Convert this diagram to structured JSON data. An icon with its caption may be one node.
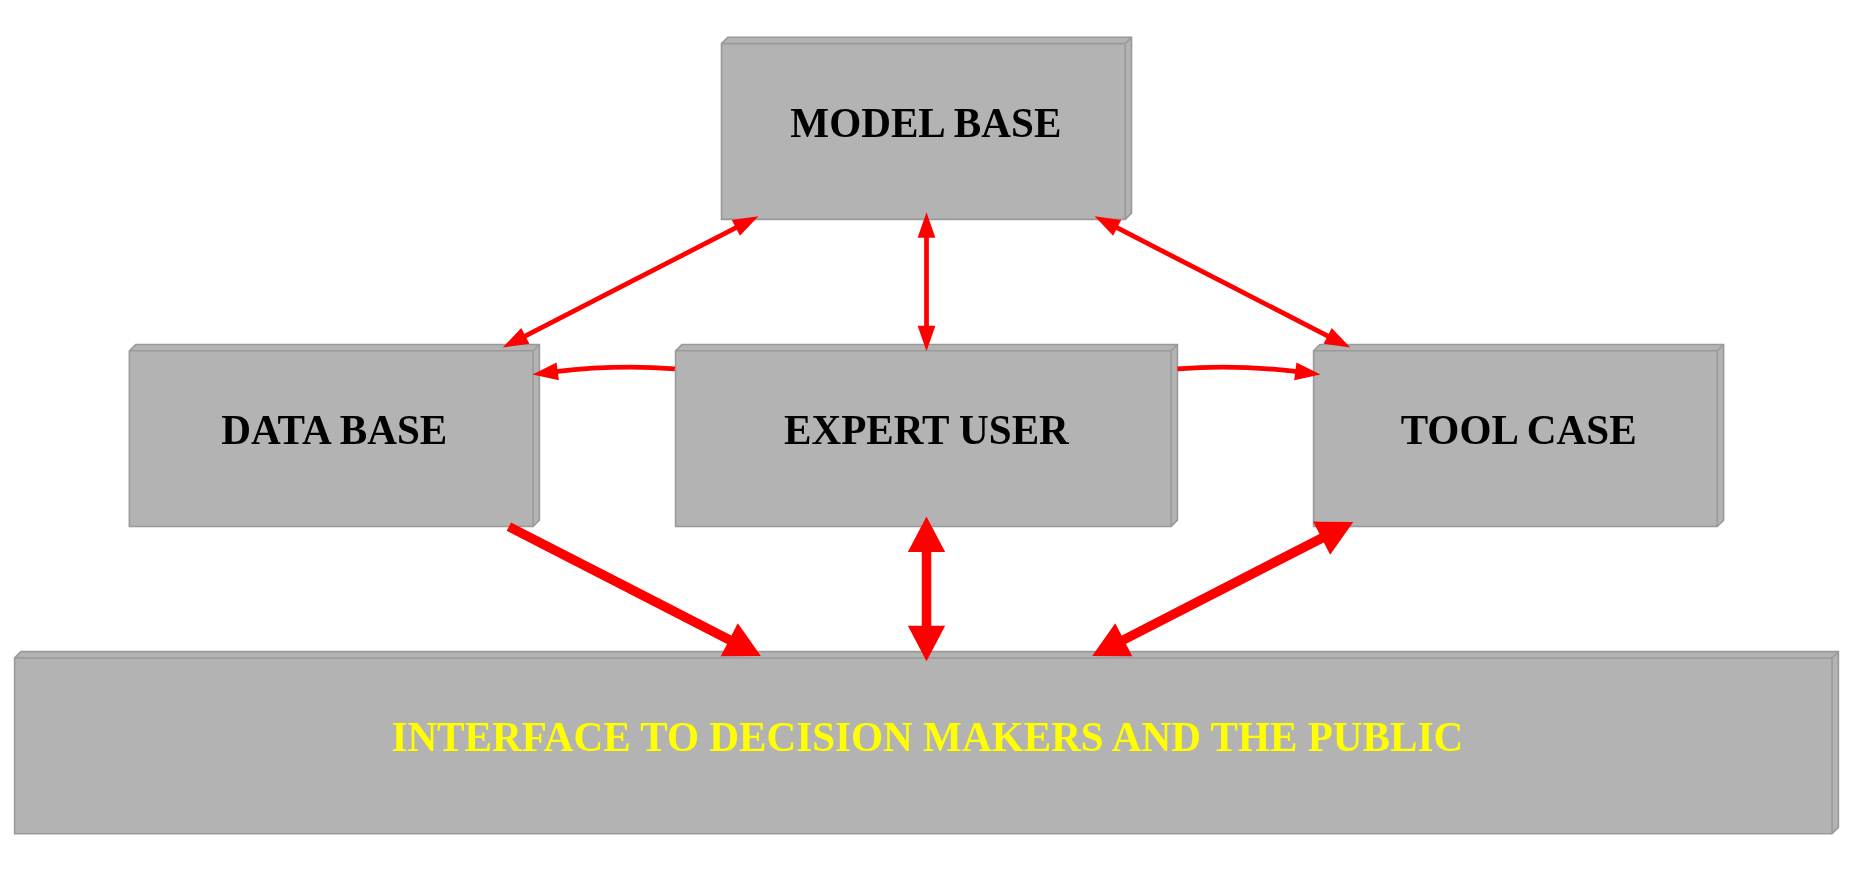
{
  "diagram": {
    "nodes": [
      {
        "text": [
          "MODEL BASE"
        ]
      },
      {
        "text": [
          "DATA BASE"
        ]
      },
      {
        "text": [
          "EXPERT USER"
        ]
      },
      {
        "text": [
          "TOOL CASE"
        ]
      },
      {
        "text": [
          "INTERFACE TO DECISION MAKERS AND THE PUBLIC"
        ]
      }
    ],
    "edges": [
      {
        "from": 0,
        "to": 1,
        "arrow": "both"
      },
      {
        "from": 0,
        "to": 2,
        "arrow": "both"
      },
      {
        "from": 0,
        "to": 3,
        "arrow": "both"
      },
      {
        "from": 2,
        "to": 1,
        "arrow": "to"
      },
      {
        "from": 2,
        "to": 3,
        "arrow": "to"
      },
      {
        "from": 1,
        "to": 4,
        "arrow": "to",
        "style": "thick"
      },
      {
        "from": 2,
        "to": 4,
        "arrow": "both",
        "style": "thick"
      },
      {
        "from": 3,
        "to": 4,
        "arrow": "both",
        "style": "thick"
      }
    ]
  }
}
